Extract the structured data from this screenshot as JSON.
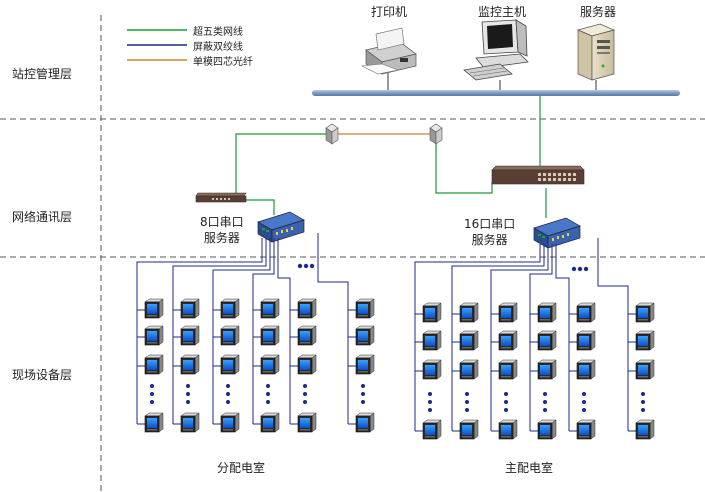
{
  "legend": [
    {
      "label": "超五类网线",
      "color": "#1a9a3a"
    },
    {
      "label": "屏蔽双绞线",
      "color": "#1c2a8c"
    },
    {
      "label": "单模四芯光纤",
      "color": "#c8862a"
    }
  ],
  "layers": {
    "station": "站控管理层",
    "network": "网络通讯层",
    "field": "现场设备层"
  },
  "devices": {
    "printer": "打印机",
    "monitor_host": "监控主机",
    "server": "服务器"
  },
  "serial_servers": {
    "left": {
      "line1": "8口串口",
      "line2": "服务器"
    },
    "right": {
      "line1": "16口串口",
      "line2": "服务器"
    }
  },
  "rooms": {
    "left": "分配电室",
    "right": "主配电室"
  },
  "colors": {
    "cat5": "#1a9a3a",
    "shielded": "#1c2a8c",
    "fiber": "#c8862a",
    "bus": "#8aa4c8",
    "divider": "#555555"
  }
}
